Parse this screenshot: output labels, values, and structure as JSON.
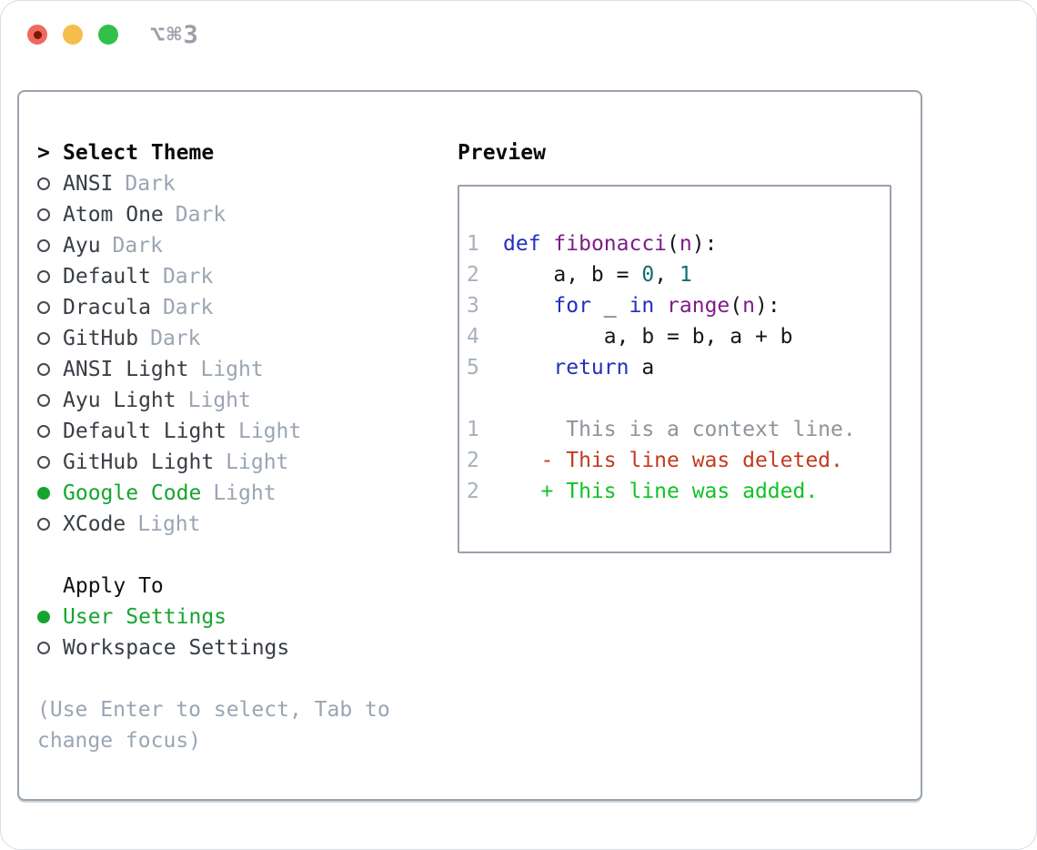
{
  "window": {
    "shortcut": "⌥⌘3",
    "traffic_lights": [
      "close",
      "minimize",
      "zoom"
    ]
  },
  "icons": {
    "prompt": ">",
    "radio_unselected": "radio-circle-outline",
    "radio_selected": "radio-circle-filled"
  },
  "theme_panel": {
    "title_prefix": ">",
    "title": "Select Theme",
    "themes": [
      {
        "name": "ANSI",
        "variant": "Dark",
        "selected": false
      },
      {
        "name": "Atom One",
        "variant": "Dark",
        "selected": false
      },
      {
        "name": "Ayu",
        "variant": "Dark",
        "selected": false
      },
      {
        "name": "Default",
        "variant": "Dark",
        "selected": false
      },
      {
        "name": "Dracula",
        "variant": "Dark",
        "selected": false
      },
      {
        "name": "GitHub",
        "variant": "Dark",
        "selected": false
      },
      {
        "name": "ANSI Light",
        "variant": "Light",
        "selected": false
      },
      {
        "name": "Ayu Light",
        "variant": "Light",
        "selected": false
      },
      {
        "name": "Default Light",
        "variant": "Light",
        "selected": false
      },
      {
        "name": "GitHub Light",
        "variant": "Light",
        "selected": false
      },
      {
        "name": "Google Code",
        "variant": "Light",
        "selected": true
      },
      {
        "name": "XCode",
        "variant": "Light",
        "selected": false
      }
    ],
    "apply_to": {
      "label": "Apply To",
      "options": [
        {
          "name": "User Settings",
          "selected": true
        },
        {
          "name": "Workspace Settings",
          "selected": false
        }
      ]
    },
    "help": "(Use Enter to select, Tab to change focus)"
  },
  "preview": {
    "label": "Preview",
    "code_lines": [
      {
        "num": "1",
        "tokens": [
          {
            "t": "def",
            "c": "kwd"
          },
          {
            "t": " ",
            "c": "pln"
          },
          {
            "t": "fibonacci",
            "c": "typ"
          },
          {
            "t": "(",
            "c": "pln"
          },
          {
            "t": "n",
            "c": "typ"
          },
          {
            "t": "):",
            "c": "pln"
          }
        ]
      },
      {
        "num": "2",
        "tokens": [
          {
            "t": "    a, b = ",
            "c": "pln"
          },
          {
            "t": "0",
            "c": "lit"
          },
          {
            "t": ", ",
            "c": "pln"
          },
          {
            "t": "1",
            "c": "lit"
          }
        ]
      },
      {
        "num": "3",
        "tokens": [
          {
            "t": "    ",
            "c": "pln"
          },
          {
            "t": "for",
            "c": "kwd"
          },
          {
            "t": " _ ",
            "c": "pln"
          },
          {
            "t": "in",
            "c": "kwd"
          },
          {
            "t": " ",
            "c": "pln"
          },
          {
            "t": "range",
            "c": "typ"
          },
          {
            "t": "(",
            "c": "pln"
          },
          {
            "t": "n",
            "c": "typ"
          },
          {
            "t": "):",
            "c": "pln"
          }
        ]
      },
      {
        "num": "4",
        "tokens": [
          {
            "t": "        a, b = b, a + b",
            "c": "pln"
          }
        ]
      },
      {
        "num": "5",
        "tokens": [
          {
            "t": "    ",
            "c": "pln"
          },
          {
            "t": "return",
            "c": "kwd"
          },
          {
            "t": " a",
            "c": "pln"
          }
        ]
      }
    ],
    "diff_lines": [
      {
        "num": "1",
        "tokens": [
          {
            "t": "     This is a context line.",
            "c": "ctx"
          }
        ]
      },
      {
        "num": "2",
        "tokens": [
          {
            "t": "   - This line was deleted.",
            "c": "del"
          }
        ]
      },
      {
        "num": "2",
        "tokens": [
          {
            "t": "   + This line was added.",
            "c": "add"
          }
        ]
      }
    ]
  },
  "colors": {
    "accent_green": "#15a52f",
    "keyword_blue": "#2230bb",
    "function_purple": "#7d1d87",
    "literal_teal": "#0e6e6e",
    "plain": "#16181b",
    "diff_context_gray": "#8d949c",
    "diff_deleted_red": "#c43a1e",
    "diff_added_green": "#10c325",
    "muted_gray": "#9aa5b3",
    "line_number_gray": "#a6b0bd",
    "border_gray": "#99a3ae",
    "traffic_red": "#ee6a5f",
    "traffic_yellow": "#f5bd4b",
    "traffic_green": "#33c048"
  }
}
